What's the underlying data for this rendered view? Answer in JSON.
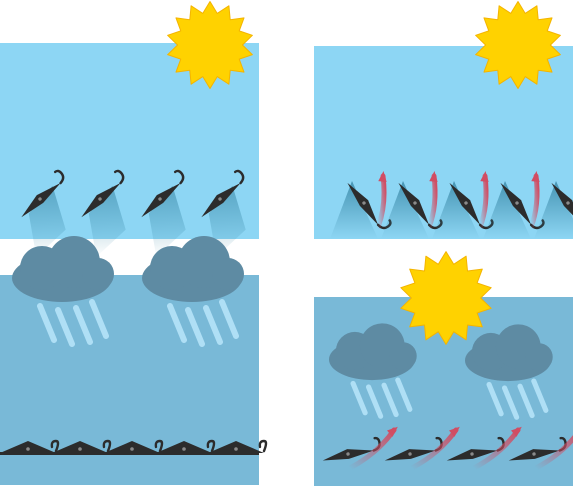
{
  "colors": {
    "background": "#ffffff",
    "sky_clear": "#8dd6f4",
    "sky_overcast": "#79b9d7",
    "sun": "#ffd200",
    "sun_stroke": "#f4b400",
    "cloud": "#5e8ba3",
    "rain": "#b9e6fb",
    "device": "#2c2c2c",
    "device_dot": "#8a8a8a",
    "airflow": "#d14d63",
    "shadow": "#3f95b4"
  },
  "panels": [
    {
      "id": "sunny-tilted",
      "sky": "clear",
      "sun": true,
      "clouds": 0,
      "rain": false,
      "device_count": 4,
      "device_state": "tilted",
      "airflow": false
    },
    {
      "id": "sunny-raised",
      "sky": "clear",
      "sun": true,
      "clouds": 0,
      "rain": false,
      "device_count": 5,
      "device_state": "raised",
      "airflow": true
    },
    {
      "id": "rain-closed",
      "sky": "overcast",
      "sun": false,
      "clouds": 2,
      "rain": true,
      "device_count": 5,
      "device_state": "closed",
      "airflow": false
    },
    {
      "id": "sun-and-rain-low",
      "sky": "overcast",
      "sun": true,
      "clouds": 2,
      "rain": true,
      "device_count": 4,
      "device_state": "low",
      "airflow": true
    }
  ]
}
